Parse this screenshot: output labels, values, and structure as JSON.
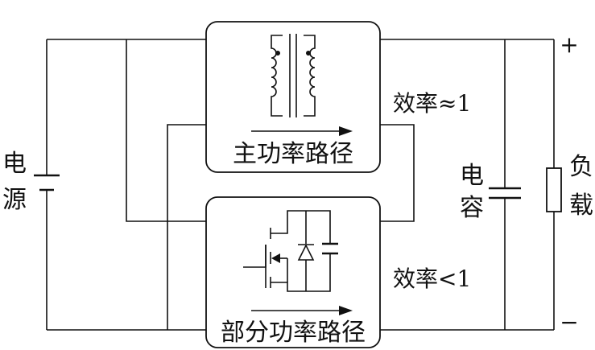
{
  "labels": {
    "source": [
      "电",
      "源"
    ],
    "main_path": "主功率路径",
    "partial_path": "部分功率路径",
    "main_efficiency": "效率≈1",
    "partial_efficiency": "效率<1",
    "capacitor": [
      "电",
      "容"
    ],
    "load": [
      "负",
      "载"
    ],
    "plus": "+",
    "minus": "−"
  },
  "colors": {
    "line": "#111111",
    "background": "#ffffff"
  }
}
